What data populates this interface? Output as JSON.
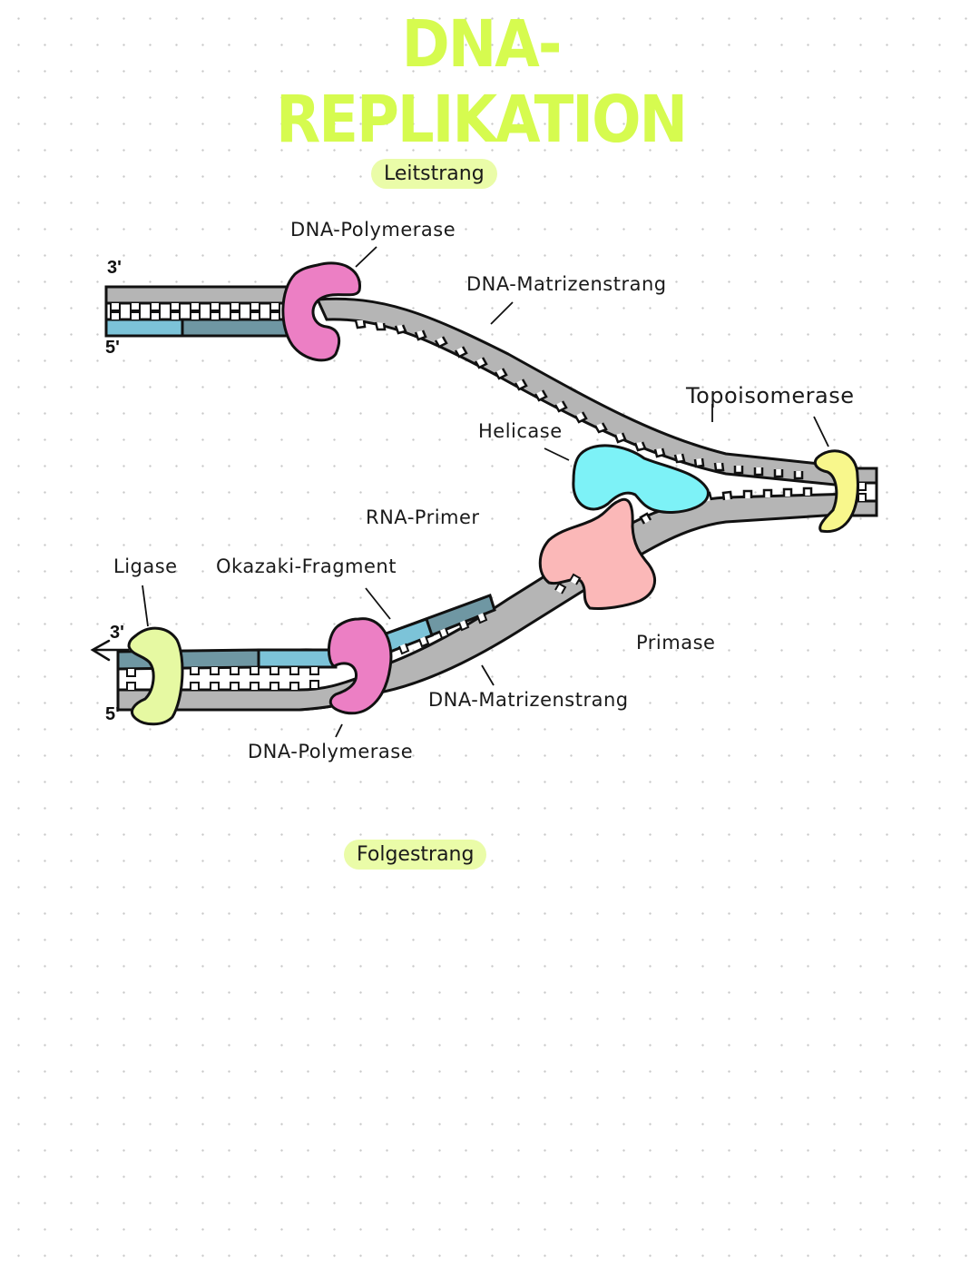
{
  "title": "DNA-REPLIKATION",
  "colors": {
    "title": "#d6fb4f",
    "pill": "#eafca8",
    "strand_grey": "#b5b5b5",
    "new_strand_dark": "#6f97a3",
    "rna_primer_blue": "#7cc3d8",
    "polymerase_pink": "#ec7fc4",
    "helicase_cyan": "#7df2f7",
    "primase_pink": "#fbb8b8",
    "topoisomerase_yellow": "#f8f78c",
    "ligase_green": "#e6f9a2"
  },
  "leading": {
    "pill": "Leitstrang",
    "end_top": "3'",
    "end_bottom": "5'",
    "polymerase_label": "DNA-Polymerase",
    "template_label": "DNA-Matrizenstrang"
  },
  "fork": {
    "topoisomerase_label": "Topoisomerase",
    "helicase_label": "Helicase",
    "primase_label": "Primase"
  },
  "lagging": {
    "pill": "Folgestrang",
    "end_top": "3'",
    "end_bottom": "5'",
    "rna_primer_label": "RNA-Primer",
    "ligase_label": "Ligase",
    "okazaki_label": "Okazaki-Fragment",
    "polymerase_label": "DNA-Polymerase",
    "template_label": "DNA-Matrizenstrang"
  }
}
